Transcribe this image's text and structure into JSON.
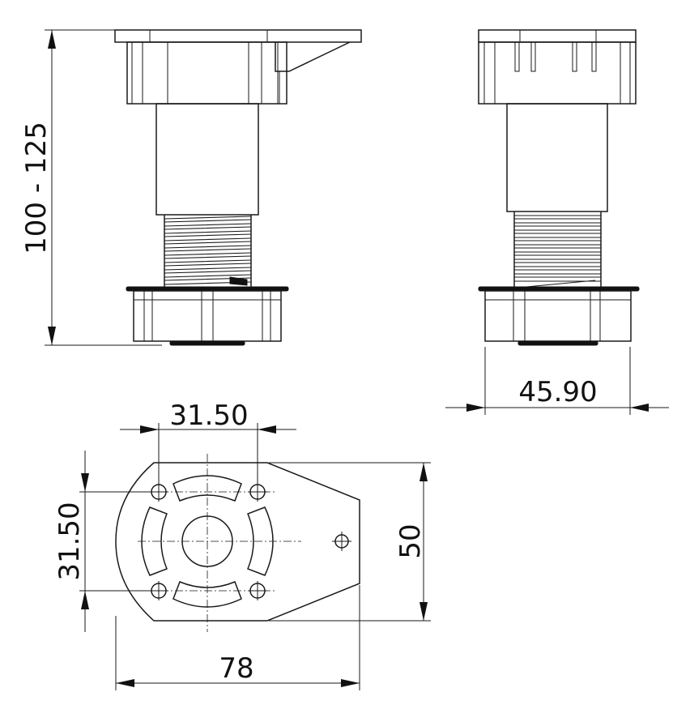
{
  "dimensions": {
    "height_range": "100 - 125",
    "base_width": "45.90",
    "hole_spacing_horizontal": "31.50",
    "hole_spacing_vertical": "31.50",
    "plate_height": "50",
    "plate_length": "78"
  },
  "colors": {
    "line": "#1a1a1a",
    "background": "#ffffff"
  }
}
